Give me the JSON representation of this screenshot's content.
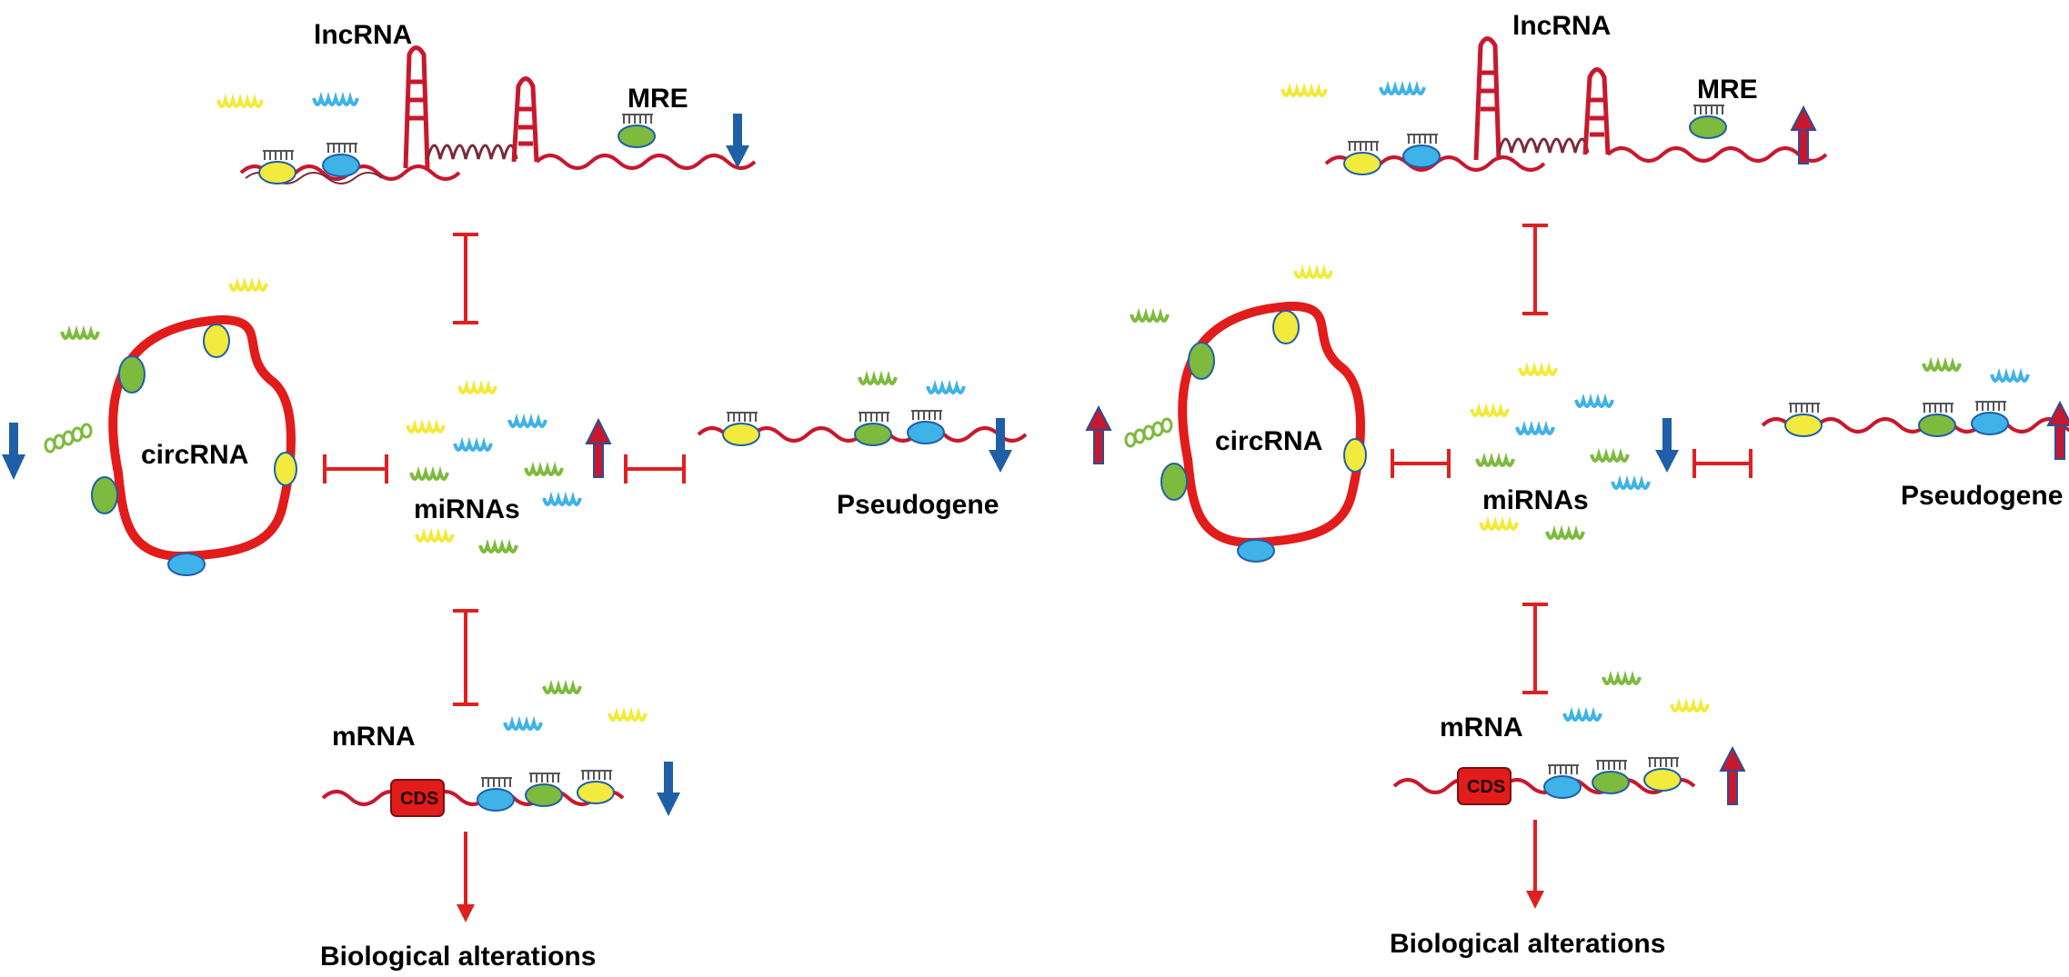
{
  "labels": {
    "lncrna": "lncRNA",
    "mre": "MRE",
    "circrna": "circRNA",
    "mirnas": "miRNAs",
    "pseudogene": "Pseudogene",
    "mrna": "mRNA",
    "cds": "CDS",
    "biological": "Biological alterations"
  },
  "panels": [
    {
      "id": "left",
      "lncrna": "down",
      "circrna": "down",
      "mirnas": "up",
      "pseudogene": "down",
      "mrna": "down"
    },
    {
      "id": "right",
      "lncrna": "up",
      "circrna": "up",
      "mirnas": "down",
      "pseudogene": "up",
      "mrna": "up"
    }
  ],
  "colors": {
    "strand": "#c8182d",
    "strand_dark": "#7a2a3a",
    "inhibit": "#e02020",
    "arrow_blue": "#1f5fa8",
    "arrow_up_fill": "#c8182d",
    "arrow_up_edge": "#2a4f9a",
    "mirna_yellow": "#f2ea3c",
    "mirna_blue": "#3fb2e8",
    "mirna_green": "#7dba3e",
    "cds_fill": "#e21b1b"
  },
  "icons": [
    "trend-down-arrow",
    "trend-up-arrow",
    "inhibition-bar",
    "activation-arrow",
    "mirna-comb"
  ]
}
